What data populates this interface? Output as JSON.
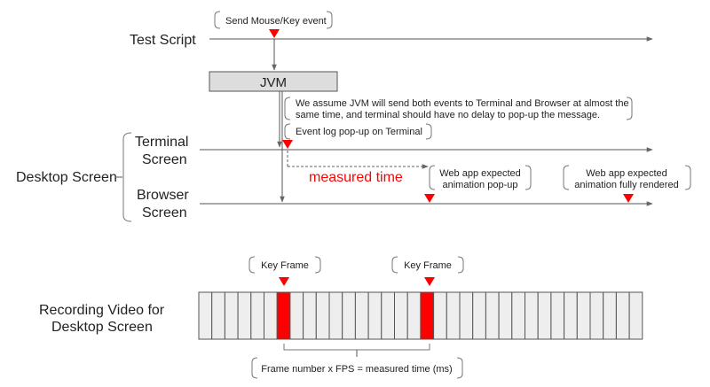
{
  "diagram": {
    "test_script_label": "Test Script",
    "send_event_note": "Send Mouse/Key event",
    "jvm_label": "JVM",
    "assumption_note_line1": "We assume JVM will send both events to Terminal and Browser at almost the",
    "assumption_note_line2": "same time, and terminal should have no delay to pop-up the message.",
    "terminal_note": "Event log pop-up on Terminal",
    "desktop_screen_label": "Desktop Screen",
    "terminal_screen_line1": "Terminal",
    "terminal_screen_line2": "Screen",
    "browser_screen_line1": "Browser",
    "browser_screen_line2": "Screen",
    "measured_time_label": "measured time",
    "webapp_popup_line1": "Web app expected",
    "webapp_popup_line2": "animation pop-up",
    "webapp_rendered_line1": "Web app expected",
    "webapp_rendered_line2": "animation fully rendered",
    "recording_line1": "Recording Video for",
    "recording_line2": "Desktop Screen",
    "key_frame_label_1": "Key Frame",
    "key_frame_label_2": "Key Frame",
    "formula_note": "Frame number x FPS = measured time (ms)",
    "colors": {
      "marker": "#ff0000",
      "measured_text": "#ff0000",
      "jvm_fill": "#dddddd",
      "frame_fill": "#eeeeee",
      "key_frame_fill": "#ff0000"
    },
    "frames": {
      "total": 34,
      "key_frame_indices": [
        6,
        17
      ]
    }
  }
}
